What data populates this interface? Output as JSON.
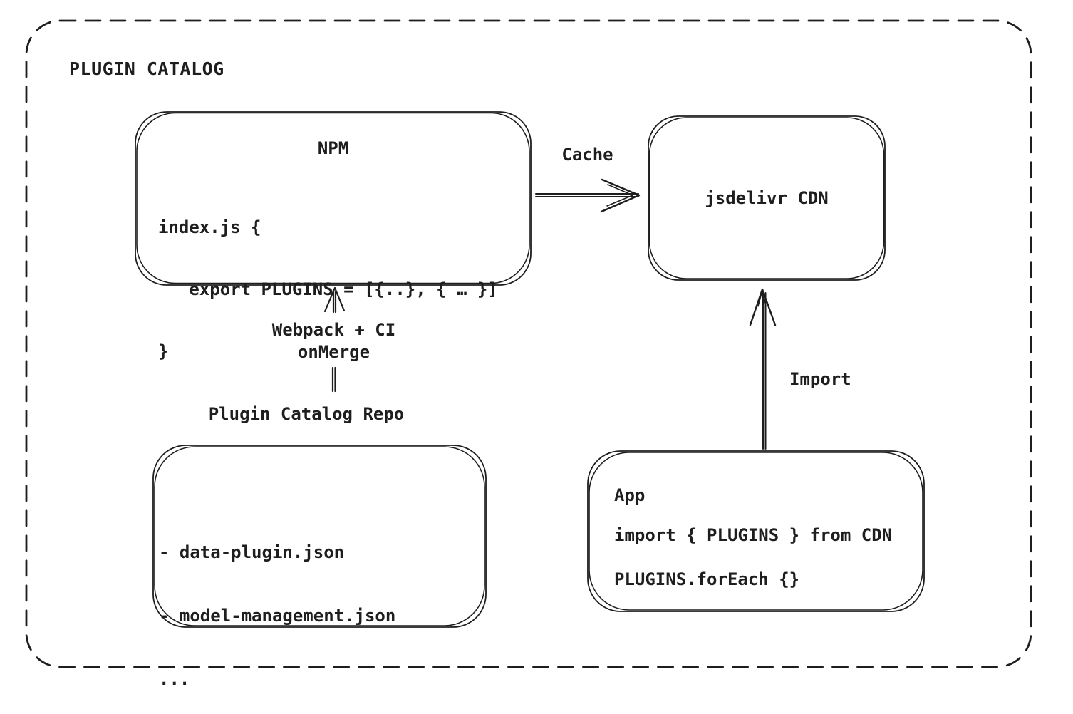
{
  "diagram": {
    "title": "PLUGIN CATALOG",
    "colors": {
      "stroke": "#1e1e1e",
      "background": "#ffffff"
    },
    "nodes": {
      "npm": {
        "title": "NPM",
        "code": [
          "index.js {",
          "   export PLUGINS = [{..}, { … }]",
          "}"
        ]
      },
      "cdn": {
        "title": "jsdelivr CDN"
      },
      "repo": {
        "label": "Plugin Catalog Repo",
        "items": [
          "- data-plugin.json",
          "- model-management.json",
          "..."
        ]
      },
      "app": {
        "title": "App",
        "lines": [
          "import { PLUGINS } from CDN",
          "PLUGINS.forEach {}"
        ]
      }
    },
    "arrows": {
      "cache": {
        "label": "Cache"
      },
      "build": {
        "line1": "Webpack + CI",
        "line2": "onMerge"
      },
      "import": {
        "label": "Import"
      }
    }
  }
}
